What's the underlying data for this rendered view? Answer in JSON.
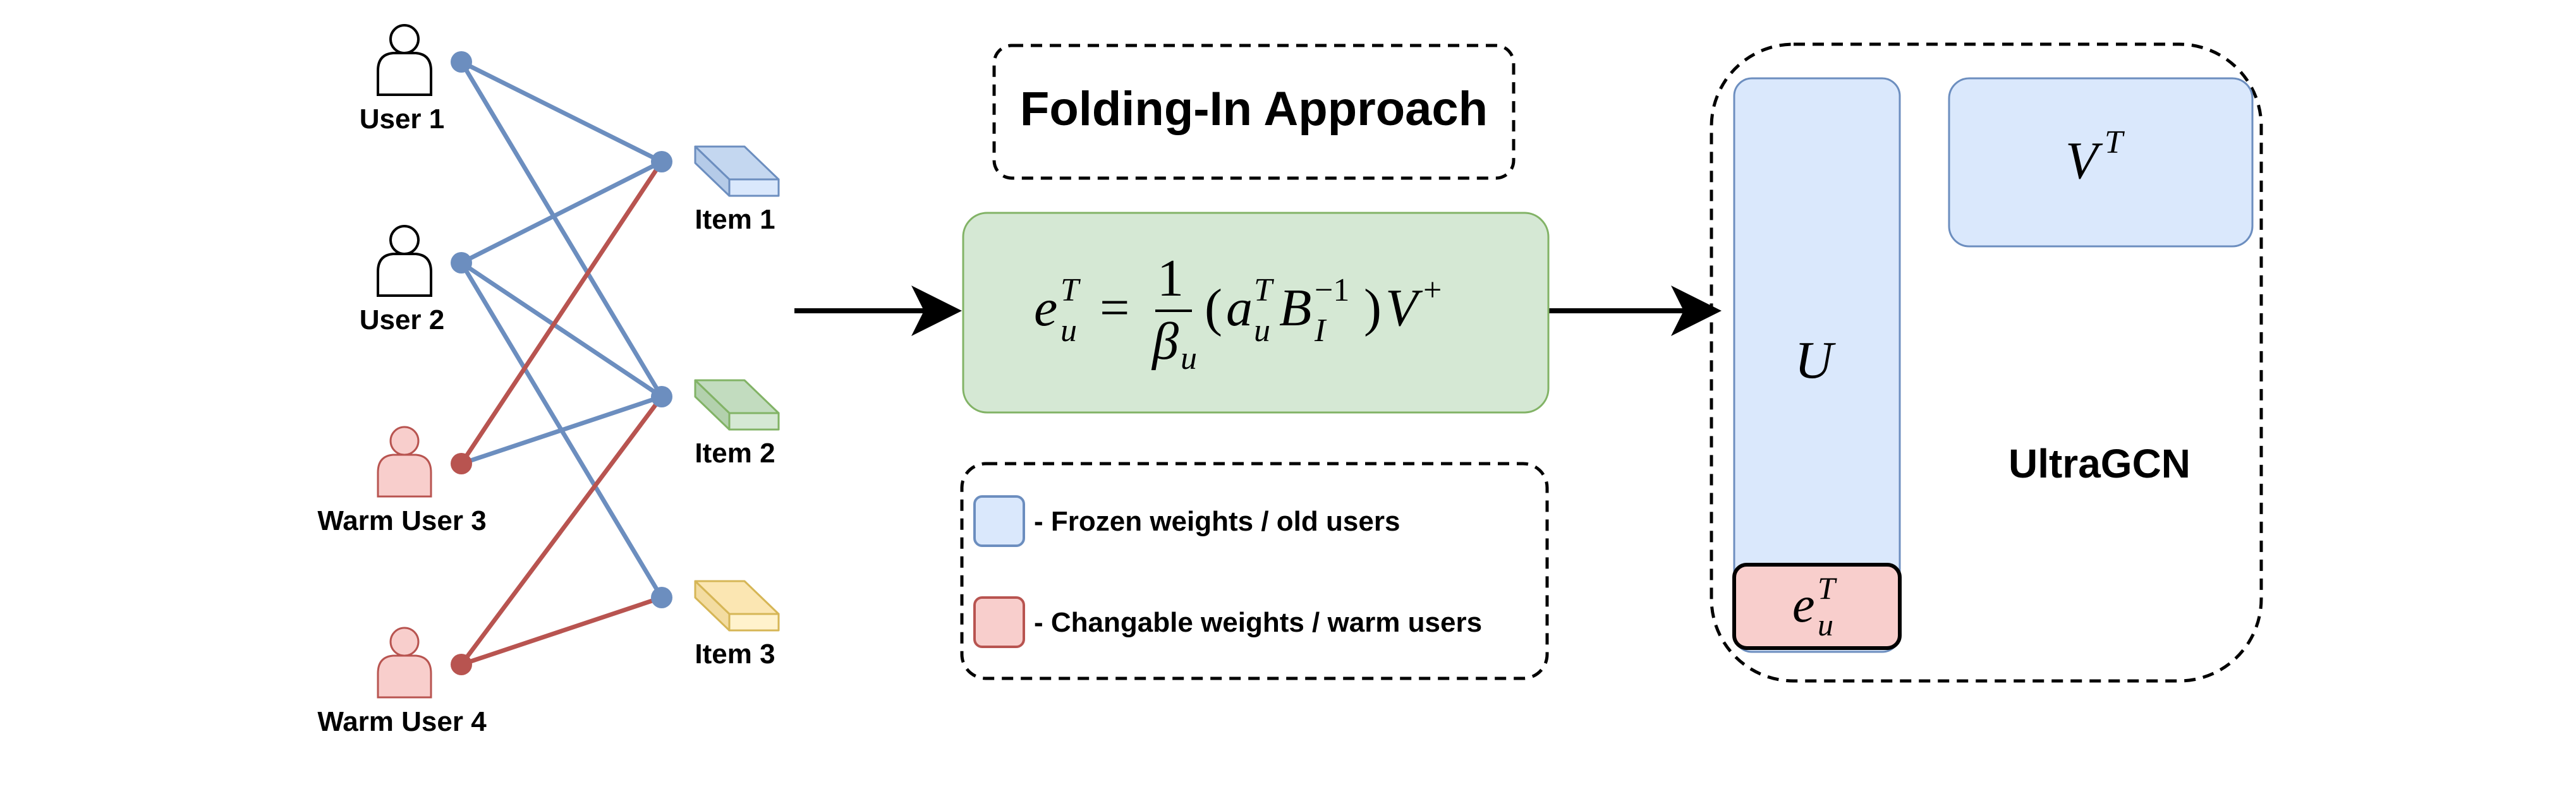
{
  "users": [
    {
      "label": "User 1",
      "kind": "old"
    },
    {
      "label": "User 2",
      "kind": "old"
    },
    {
      "label": "Warm User 3",
      "kind": "warm"
    },
    {
      "label": "Warm User 4",
      "kind": "warm"
    }
  ],
  "items": [
    {
      "label": "Item 1",
      "color": "blue"
    },
    {
      "label": "Item 2",
      "color": "green"
    },
    {
      "label": "Item 3",
      "color": "yellow"
    }
  ],
  "approach_title": "Folding-In Approach",
  "formula": {
    "lhs_base": "e",
    "lhs_sup": "T",
    "lhs_sub": "u",
    "equals": "=",
    "numerator": "1",
    "denominator_base": "β",
    "denominator_sub": "u",
    "open_paren": "(",
    "a_base": "a",
    "a_sup": "T",
    "a_sub": "u",
    "b_base": "B",
    "b_sup": "−1",
    "b_sub": "I",
    "close_paren": ")",
    "v_base": "V",
    "v_sup": "+"
  },
  "legend": {
    "frozen": "- Frozen weights / old users",
    "changable": "- Changable weights / warm users"
  },
  "matrix": {
    "u_label": "U",
    "vt_base": "V",
    "vt_sup": "T",
    "eu_base": "e",
    "eu_sup": "T",
    "eu_sub": "u",
    "model_name": "UltraGCN"
  },
  "colors": {
    "edge_old": "#6c8ebf",
    "edge_warm": "#b85450",
    "frozen_fill": "#dae8fc",
    "changable_fill": "#f8cecc",
    "formula_fill": "#d5e8d4",
    "formula_stroke": "#82b366",
    "item_yellow_fill": "#fff2cc",
    "item_yellow_stroke": "#d6b656"
  }
}
